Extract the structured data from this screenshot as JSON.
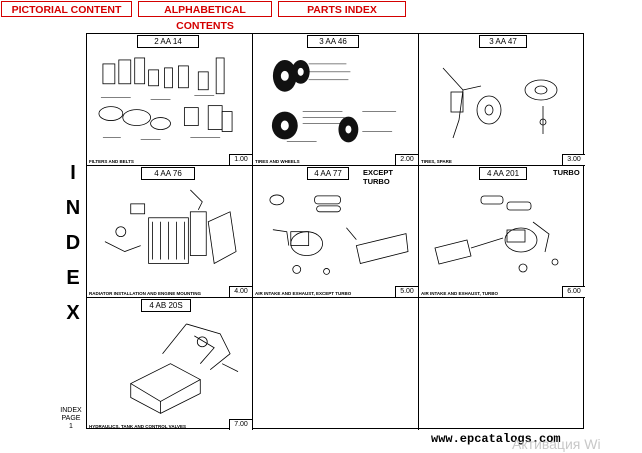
{
  "tabs": {
    "pictorial": "PICTORIAL CONTENT",
    "alphabetical": "ALPHABETICAL CONTENTS",
    "parts_index": "PARTS INDEX"
  },
  "index_letters": [
    "I",
    "N",
    "D",
    "E",
    "X"
  ],
  "index_page": {
    "line1": "INDEX",
    "line2": "PAGE",
    "line3": "1"
  },
  "cells": [
    {
      "code": "2 AA 14",
      "extra": "",
      "caption": "FILTERS AND BELTS",
      "page": "1.00"
    },
    {
      "code": "3 AA 46",
      "extra": "",
      "caption": "TIRES AND WHEELS",
      "page": "2.00"
    },
    {
      "code": "3 AA 47",
      "extra": "",
      "caption": "TIRES, SPARE",
      "page": "3.00"
    },
    {
      "code": "4 AA 76",
      "extra": "",
      "caption": "RADIATOR INSTALLATION AND ENGINE MOUNTING",
      "page": "4.00"
    },
    {
      "code": "4 AA 77",
      "extra": "EXCEPT TURBO",
      "caption": "AIR INTAKE AND EXHAUST, EXCEPT TURBO",
      "page": "5.00"
    },
    {
      "code": "4 AA 201",
      "extra": "TURBO",
      "caption": "AIR INTAKE AND EXHAUST, TURBO",
      "page": "6.00"
    },
    {
      "code": "4 AB 20S",
      "extra": "",
      "caption": "HYDRAULICS, TANK AND CONTROL VALVES",
      "page": "7.00"
    }
  ],
  "footer": {
    "url": "www.epcatalogs.com",
    "watermark": "Активация Wi"
  }
}
